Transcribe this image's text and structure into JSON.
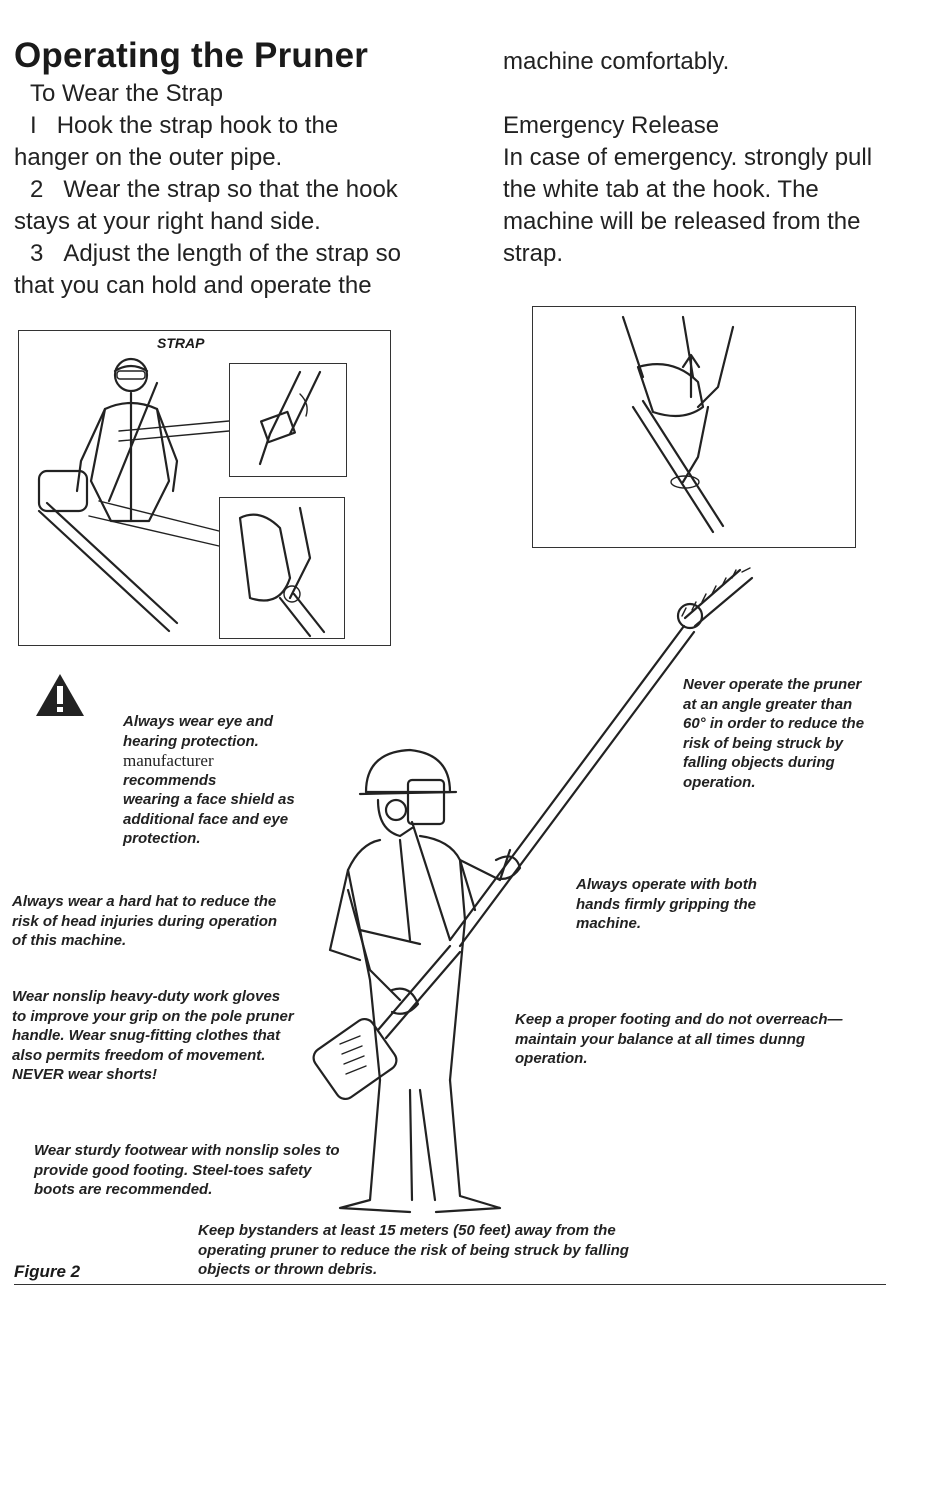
{
  "heading": "Operating the Pruner",
  "left_column": {
    "subheading": "To Wear the Strap",
    "step1_num": "I",
    "step1_a": "Hook the strap hook to the",
    "step1_b": "hanger on the outer pipe.",
    "step2_num": "2",
    "step2_a": "Wear the strap so that the hook",
    "step2_b": "stays at your right hand side.",
    "step3_num": "3",
    "step3_a": "Adjust the length of the strap so",
    "step3_b": "that you can hold and operate the"
  },
  "right_column": {
    "cont": "machine comfortably.",
    "emergency_title": "Emergency Release",
    "emergency_l1": "In case of emergency. strongly pull",
    "emergency_l2": "the white tab at the hook. The",
    "emergency_l3": "machine will be released from the",
    "emergency_l4": "strap."
  },
  "strap_label": "STRAP",
  "warnings": {
    "eye_l1": "Always wear eye and",
    "eye_l2": "hearing protection.",
    "eye_l3": "manufacturer",
    "eye_l4": "recommends",
    "eye_l5": "wearing a face shield as",
    "eye_l6": "additional face and eye",
    "eye_l7": "protection.",
    "angle_l1": "Never operate the pruner",
    "angle_l2": "at an angle greater than",
    "angle_l3": "60° in order to reduce the",
    "angle_l4": "risk of being struck by",
    "angle_l5": "falling objects during",
    "angle_l6": "operation.",
    "hat_l1": "Always wear a hard hat to reduce the",
    "hat_l2": "risk of head injuries during operation",
    "hat_l3": "of this machine.",
    "hands_l1": "Always operate with both",
    "hands_l2": "hands firmly gripping the",
    "hands_l3": "machine.",
    "gloves_l1": "Wear nonslip heavy-duty work gloves",
    "gloves_l2": "to improve your grip on the pole pruner",
    "gloves_l3": "handle. Wear snug-fitting clothes that",
    "gloves_l4": "also permits freedom of movement.",
    "gloves_l5": "NEVER wear shorts!",
    "footing_l1": "Keep a proper footing and do not overreach—",
    "footing_l2": "maintain your balance at all times dunng",
    "footing_l3": "operation.",
    "foot_l1": "Wear sturdy footwear with nonslip soles to",
    "foot_l2": "provide good footing. Steel-toes safety",
    "foot_l3": "boots are recommended.",
    "bystander_l1": "Keep bystanders at least 15 meters (50 feet) away from the",
    "bystander_l2": "operating pruner to reduce the risk of being struck by falling",
    "bystander_l3": "objects or thrown debris."
  },
  "figure_label": "Figure 2"
}
